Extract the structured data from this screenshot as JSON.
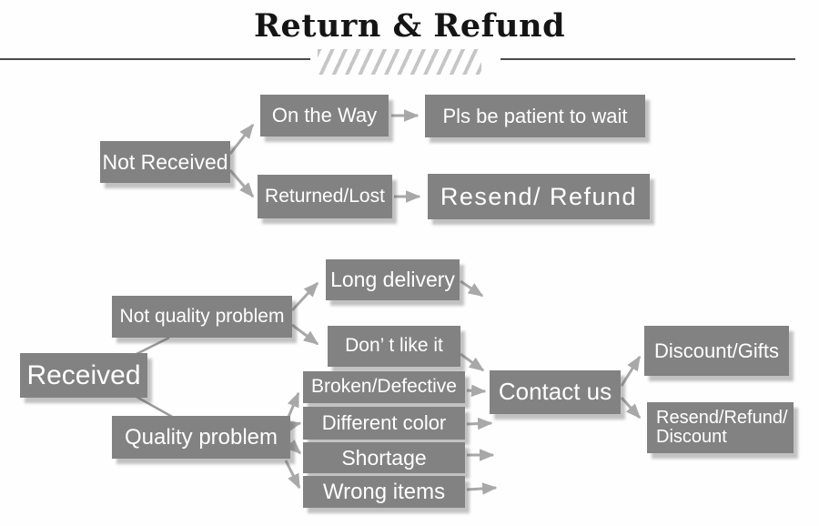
{
  "header": {
    "title": "Return & Refund"
  },
  "colors": {
    "box": "#828282",
    "box_text": "#ffffff",
    "arrow": "#a8a8a8",
    "rule": "#4b4b4b",
    "hatch": "#c6c6c6",
    "title_text": "#151515"
  },
  "nodes": {
    "not_received": "Not Received",
    "on_the_way": "On the Way",
    "pls_be_patient": "Pls be patient to wait",
    "returned_lost": "Returned/Lost",
    "resend_refund": "Resend/ Refund",
    "received": "Received",
    "not_quality_problem": "Not quality problem",
    "long_delivery": "Long delivery",
    "dont_like_it": "Don’ t like it",
    "quality_problem": "Quality problem",
    "broken_defective": "Broken/Defective",
    "different_color": "Different color",
    "shortage": "Shortage",
    "wrong_items": "Wrong items",
    "contact_us": "Contact us",
    "discount_gifts": "Discount/Gifts",
    "resend_refund_discount": "Resend/Refund/ Discount"
  }
}
